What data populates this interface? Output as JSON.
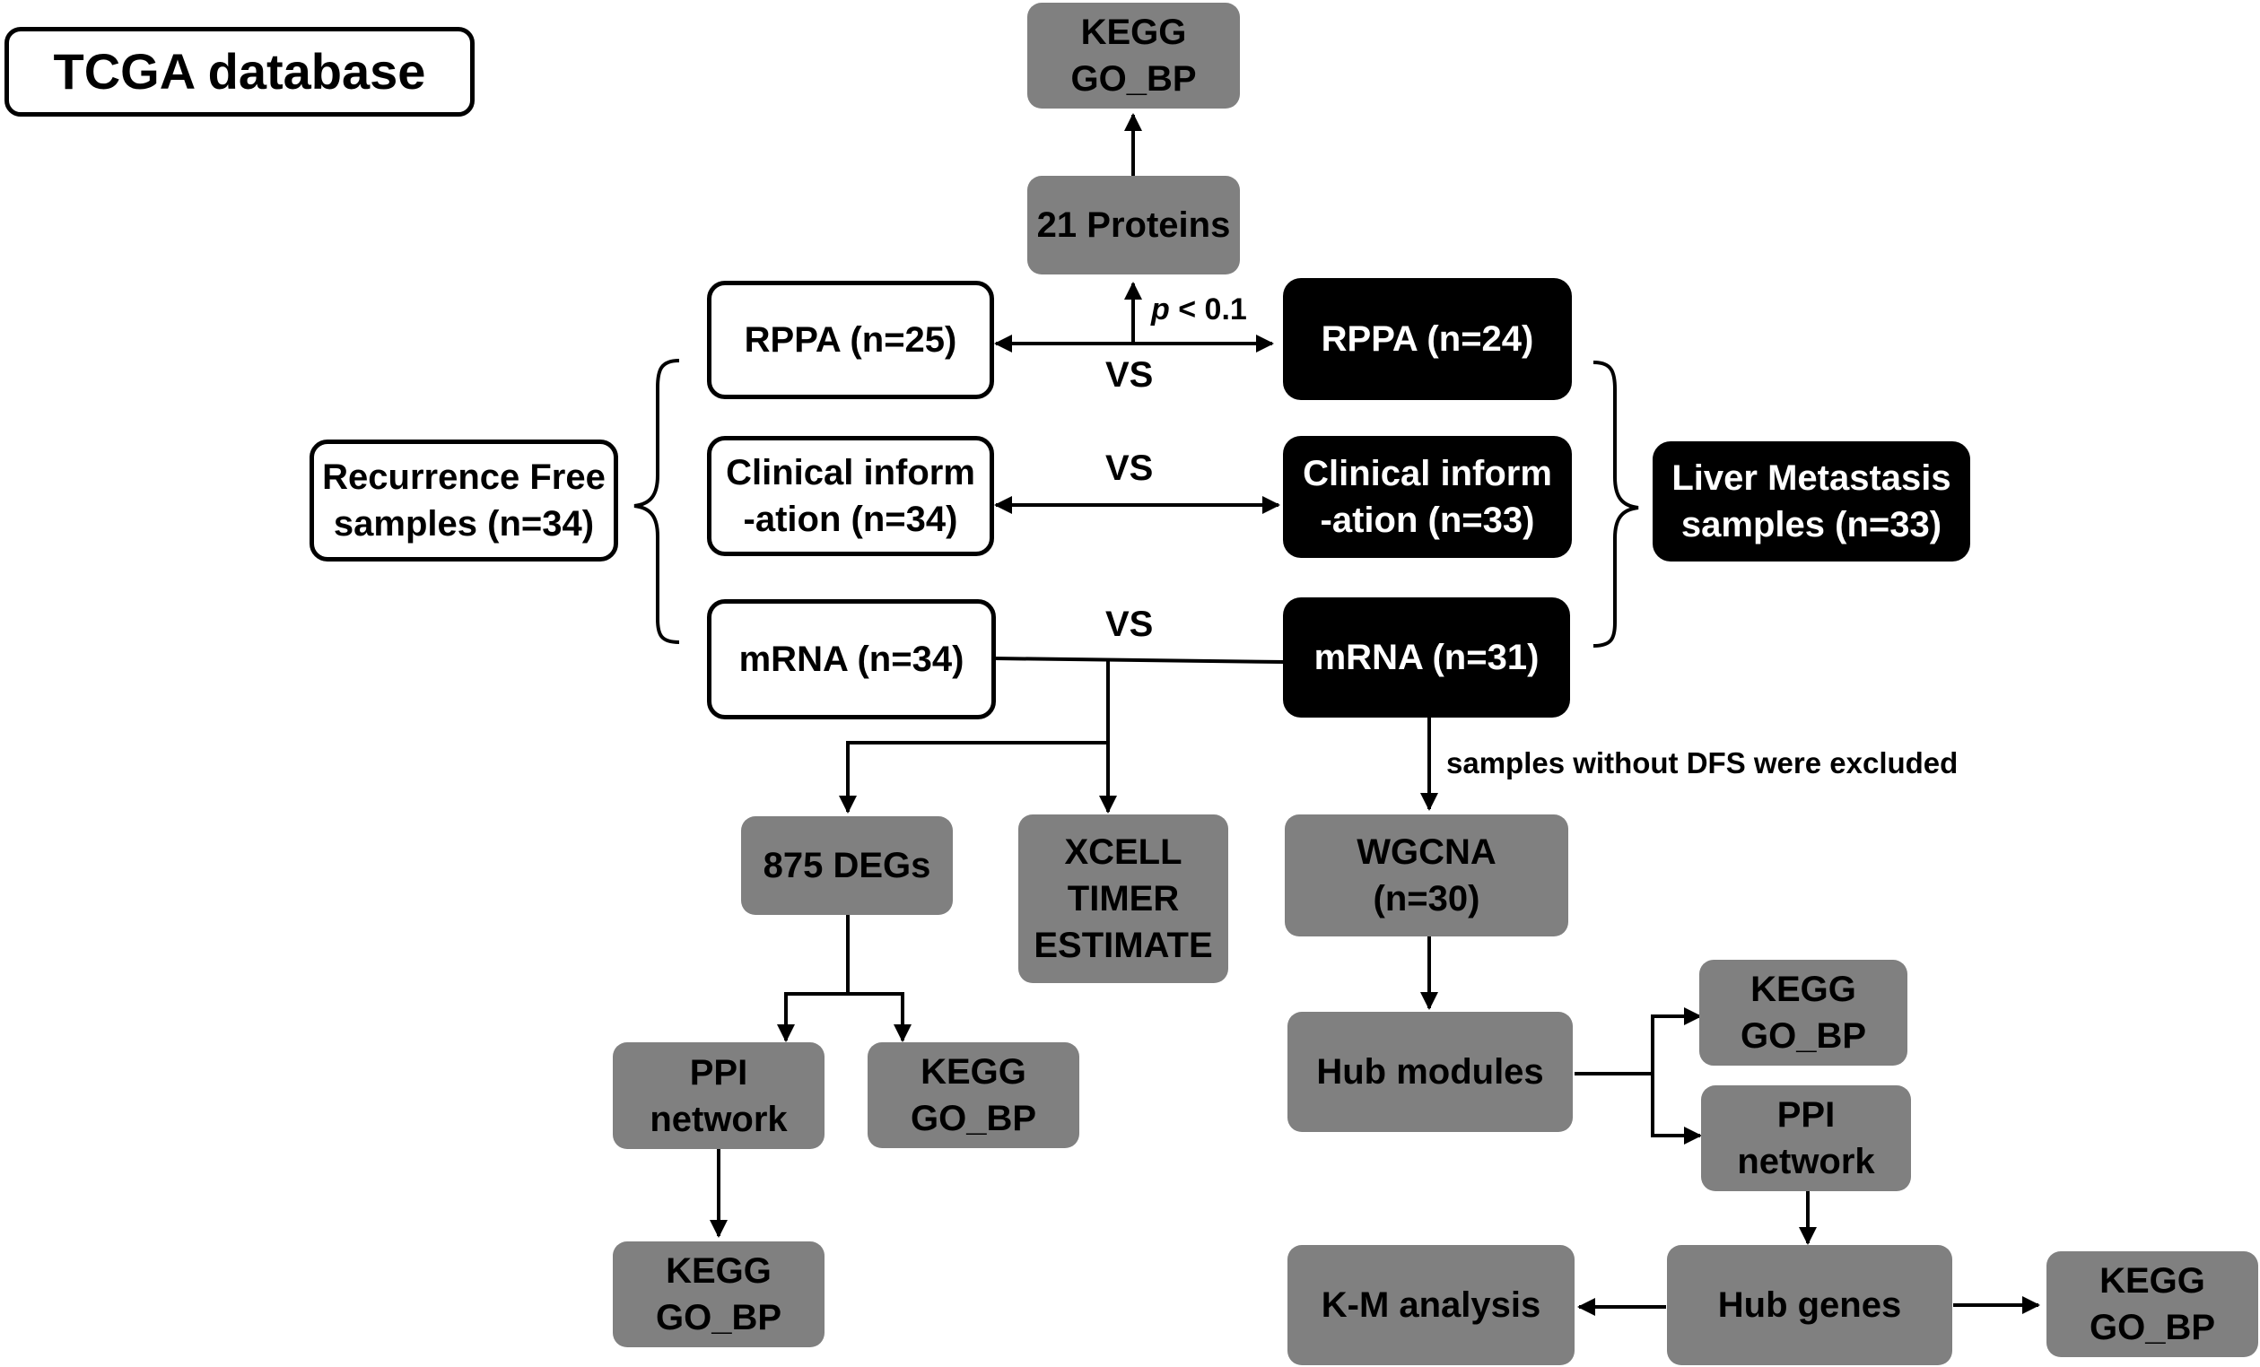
{
  "title": "TCGA database",
  "nodes": {
    "kegg_top": [
      "KEGG",
      "GO_BP"
    ],
    "proteins": [
      "21 Proteins"
    ],
    "rppa_rf": [
      "RPPA (n=25)"
    ],
    "rppa_lm": [
      "RPPA (n=24)"
    ],
    "clin_rf": [
      "Clinical inform",
      "-ation (n=34)"
    ],
    "clin_lm": [
      "Clinical inform",
      "-ation (n=33)"
    ],
    "mrna_rf": [
      "mRNA (n=34)"
    ],
    "mrna_lm": [
      "mRNA (n=31)"
    ],
    "rf_samples": [
      "Recurrence Free",
      "samples (n=34)"
    ],
    "lm_samples": [
      "Liver Metastasis",
      "samples (n=33)"
    ],
    "degs": [
      "875 DEGs"
    ],
    "xcell": [
      "XCELL",
      "TIMER",
      "ESTIMATE"
    ],
    "wgcna": [
      "WGCNA",
      "(n=30)"
    ],
    "ppi_left": [
      "PPI",
      "network"
    ],
    "kegg_left": [
      "KEGG",
      "GO_BP"
    ],
    "kegg_bottom_left": [
      "KEGG",
      "GO_BP"
    ],
    "hub_modules": [
      "Hub modules"
    ],
    "kegg_hub_modules": [
      "KEGG",
      "GO_BP"
    ],
    "ppi_right": [
      "PPI",
      "network"
    ],
    "km": [
      "K-M analysis"
    ],
    "hub_genes": [
      "Hub genes"
    ],
    "kegg_right": [
      "KEGG",
      "GO_BP"
    ]
  },
  "labels": {
    "vs1": "VS",
    "vs2": "VS",
    "vs3": "VS",
    "p_symbol": "p",
    "p_rest": " < 0.1",
    "excluded": "samples without DFS were excluded"
  },
  "colors": {
    "grey_box": "#808080",
    "black_box": "#000000",
    "line": "#000000"
  }
}
